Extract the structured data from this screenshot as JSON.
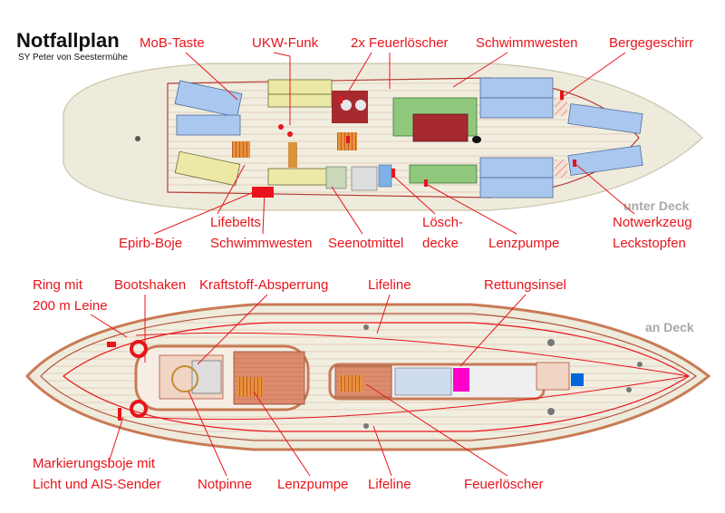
{
  "header": {
    "title": "Notfallplan",
    "subtitle": "SY Peter von Seestermühe"
  },
  "sections": {
    "below": "unter Deck",
    "above": "an Deck"
  },
  "colors": {
    "label": "#e8141b",
    "hull": "#f1eee0",
    "deck_wood": "#d98a6b",
    "cushion_blue": "#a9c7ef",
    "table_red": "#a62a30",
    "counter_green": "#8fc77c"
  },
  "below_deck": {
    "labels": [
      "MoB-Taste",
      "UKW-Funk",
      "2x  Feuerlöscher",
      "Schwimmwesten",
      "Bergegeschirr",
      "Lifebelts",
      "Schwimmwesten",
      "Epirb-Boje",
      "Seenotmittel",
      "Lösch-",
      "decke",
      "Lenzpumpe",
      "Notwerkzeug",
      "Leckstopfen"
    ]
  },
  "on_deck": {
    "labels": [
      "Ring mit",
      "200 m Leine",
      "Bootshaken",
      "Kraftstoff-Absperrung",
      "Lifeline",
      "Rettungsinsel",
      "Markierungsboje mit",
      "Licht und AIS-Sender",
      "Notpinne",
      "Lenzpumpe",
      "Lifeline",
      "Feuerlöscher"
    ]
  }
}
